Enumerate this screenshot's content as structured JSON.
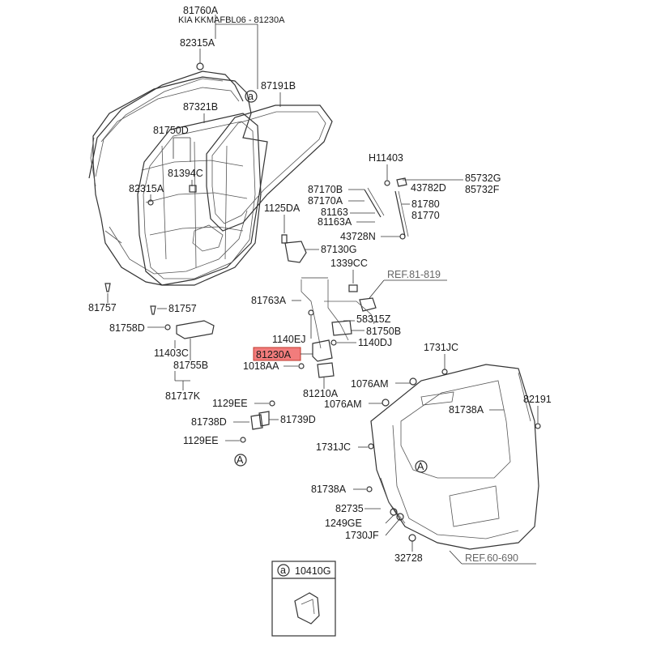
{
  "header": {
    "part_no": "81760A",
    "title": "KIA KKMAFBL06 - 81230A"
  },
  "highlight_color": "#f27c7c",
  "labels": {
    "l82315A_top": "82315A",
    "l87191B": "87191B",
    "l87321B": "87321B",
    "l81750D": "81750D",
    "l81394C": "81394C",
    "l82315A_mid": "82315A",
    "l81757_a": "81757",
    "l81757_b": "81757",
    "l81758D": "81758D",
    "l11403C": "11403C",
    "l81755B": "81755B",
    "l81717K": "81717K",
    "lH11403": "H11403",
    "l57732G": "85732G",
    "l57732F": "85732F",
    "l43782D": "43782D",
    "l87170B": "87170B",
    "l87170A": "87170A",
    "l81780": "81780",
    "l81163": "81163",
    "l81770": "81770",
    "l81163A": "81163A",
    "l43728N": "43728N",
    "l1125DA": "1125DA",
    "l87130G": "87130G",
    "l1339CC": "1339CC",
    "l81763A": "81763A",
    "l58315Z": "58315Z",
    "l81750B": "81750B",
    "l1140EJ": "1140EJ",
    "l1140DJ": "1140DJ",
    "l81230A": "81230A",
    "l1018AA": "1018AA",
    "l81210A": "81210A",
    "l1731JC_top": "1731JC",
    "l1076AM_a": "1076AM",
    "l1076AM_b": "1076AM",
    "l82191": "82191",
    "l81738A_a": "81738A",
    "l1731JC_mid": "1731JC",
    "l81738A_b": "81738A",
    "l82735": "82735",
    "l1249GE": "1249GE",
    "l1730JF": "1730JF",
    "l32728": "32728",
    "l1129EE_a": "1129EE",
    "l81738D": "81738D",
    "l81739D": "81739D",
    "l1129EE_b": "1129EE",
    "l10410G": "10410G"
  },
  "refs": {
    "ref_81_819": "REF.81-819",
    "ref_60_690": "REF.60-690"
  },
  "circle_markers": {
    "a": "a",
    "A": "A"
  }
}
